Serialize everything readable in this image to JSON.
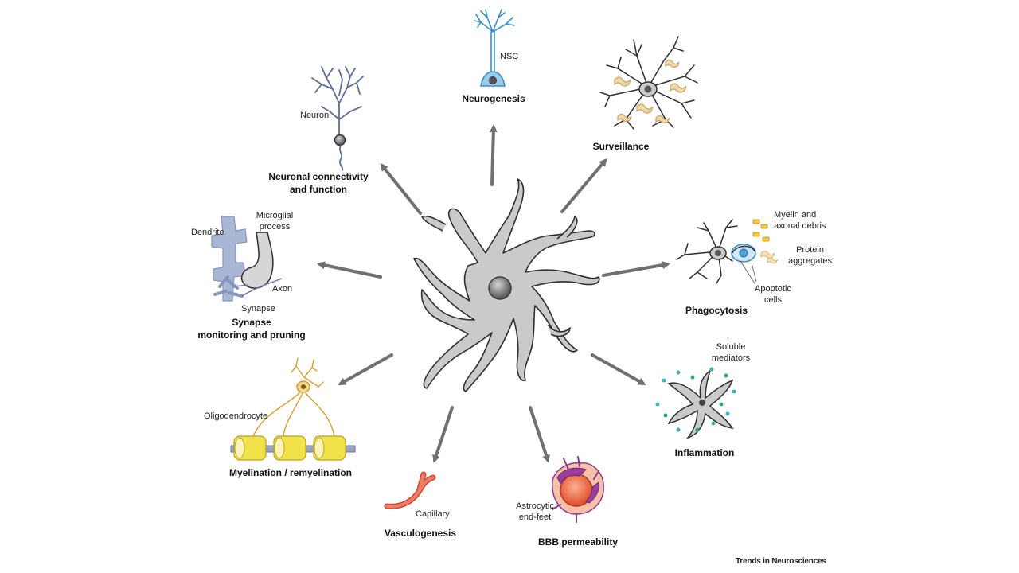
{
  "functions": {
    "neurogenesis": {
      "title": "Neurogenesis",
      "cell_label": "NSC"
    },
    "neuronal": {
      "title_line1": "Neuronal connectivity",
      "title_line2": "and function",
      "cell_label": "Neuron"
    },
    "surveillance": {
      "title": "Surveillance"
    },
    "synapse": {
      "title_line1": "Synapse",
      "title_line2": "monitoring and pruning",
      "dendrite": "Dendrite",
      "process_line1": "Microglial",
      "process_line2": "process",
      "axon": "Axon",
      "synapse": "Synapse"
    },
    "phagocytosis": {
      "title": "Phagocytosis",
      "myelin_line1": "Myelin and",
      "myelin_line2": "axonal debris",
      "protein_line1": "Protein",
      "protein_line2": "aggregates",
      "apoptotic_line1": "Apoptotic",
      "apoptotic_line2": "cells"
    },
    "myelination": {
      "title": "Myelination / remyelination",
      "cell_label": "Oligodendrocyte"
    },
    "inflammation": {
      "title": "Inflammation",
      "mediators_line1": "Soluble",
      "mediators_line2": "mediators"
    },
    "vasculogenesis": {
      "title": "Vasculogenesis",
      "cell_label": "Capillary"
    },
    "bbb": {
      "title": "BBB permeability",
      "endfeet_line1": "Astrocytic",
      "endfeet_line2": "end-feet"
    }
  },
  "footer": "Trends in Neurosciences",
  "colors": {
    "microglia_fill": "#c9c9cb",
    "microglia_stroke": "#2e2e30",
    "arrow": "#707070",
    "nsc": "#4fa6dc",
    "neuron": "#7784a8",
    "oligodendrocyte": "#e2b33a",
    "myelin": "#f2e24a",
    "capillary": "#e8634a",
    "bbb": "#ec6a45",
    "endfeet": "#8b3b8f",
    "debris": "#f0d9a8",
    "mediator_teal": "#3fb1b4",
    "mediator_green": "#2fa86a"
  }
}
